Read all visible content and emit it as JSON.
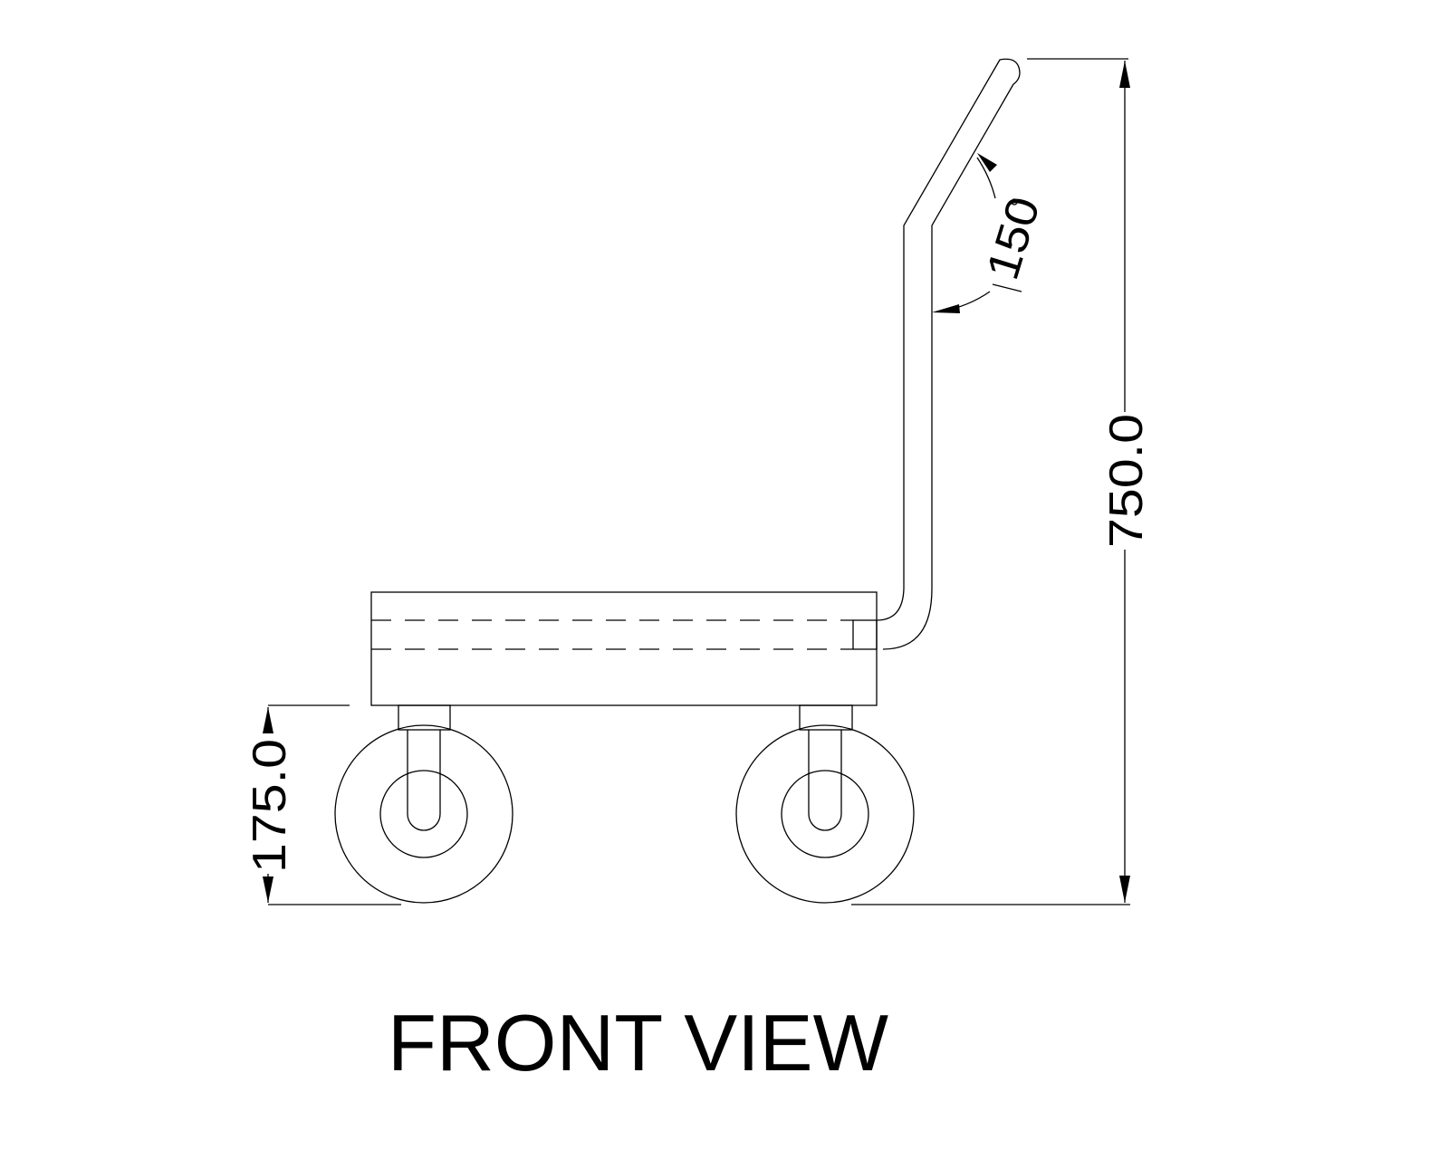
{
  "drawing": {
    "title": "FRONT VIEW",
    "dimensions": {
      "overall_height": "750.0",
      "platform_height": "175.0",
      "handle_angle": "150"
    },
    "line_color": "#000000",
    "background_color": "#ffffff"
  }
}
